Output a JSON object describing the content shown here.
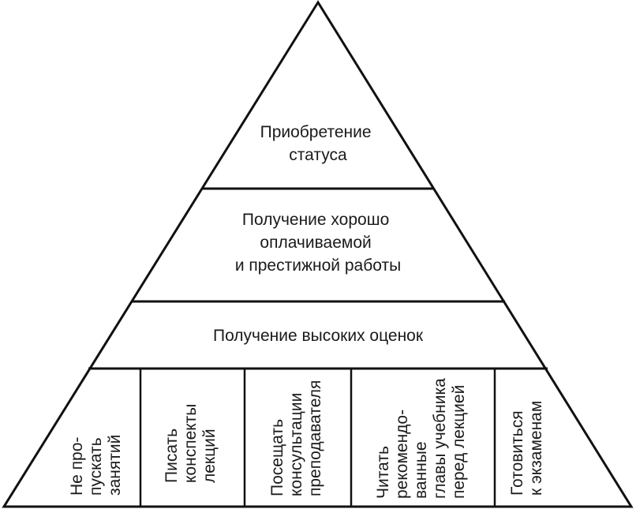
{
  "levels": {
    "top": {
      "lines": [
        "Приобретение",
        "статуса"
      ]
    },
    "second": {
      "lines": [
        "Получение хорошо",
        "оплачиваемой",
        "и престижной работы"
      ]
    },
    "third": {
      "lines": [
        "Получение высоких оценок"
      ]
    }
  },
  "base_items": [
    {
      "lines": [
        "Не про-",
        "пускать",
        "занятий"
      ]
    },
    {
      "lines": [
        "Писать",
        "конспекты",
        "лекций"
      ]
    },
    {
      "lines": [
        "Посещать",
        "консультации",
        "преподавателя"
      ]
    },
    {
      "lines": [
        "Читать",
        "рекомендо-",
        "ванные",
        "главы учебника",
        "перед лекцией"
      ]
    },
    {
      "lines": [
        "Готовиться",
        "к экзаменам"
      ]
    }
  ]
}
